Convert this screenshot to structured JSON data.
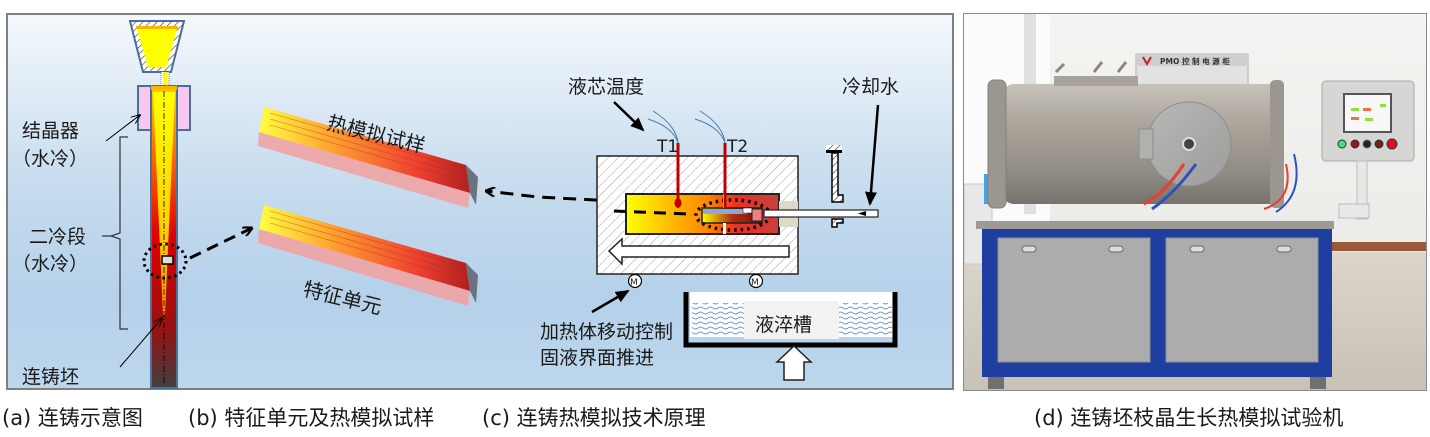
{
  "panel_a": {
    "labels": {
      "mold": "结晶器",
      "mold_cooling": "（水冷）",
      "secondary_cooling": "二冷段",
      "secondary_cooling_type": "（水冷）",
      "slab": "连铸坯"
    }
  },
  "panel_b": {
    "labels": {
      "sample": "热模拟试样",
      "unit": "特征单元"
    }
  },
  "panel_c": {
    "labels": {
      "core_temp": "液芯温度",
      "t1": "T1",
      "t2": "T2",
      "cooling_water": "冷却水",
      "heater_control_line1": "加热体移动控制",
      "heater_control_line2": "固液界面推进",
      "quench_tank": "液淬槽",
      "motor1": "M",
      "motor2": "M"
    }
  },
  "panel_d": {
    "cabinet_sign": "PMO  控 制 电 源 柜"
  },
  "captions": {
    "a": "(a) 连铸示意图",
    "b": "(b) 特征单元及热模拟试样",
    "c": "(c) 连铸热模拟技术原理",
    "d": "(d) 连铸坯枝晶生长热模拟试验机"
  },
  "colors": {
    "molten": "#ffff00",
    "hot": "#e00000",
    "frame": "#4a6f99",
    "mold_pink": "#f7c7f0"
  }
}
